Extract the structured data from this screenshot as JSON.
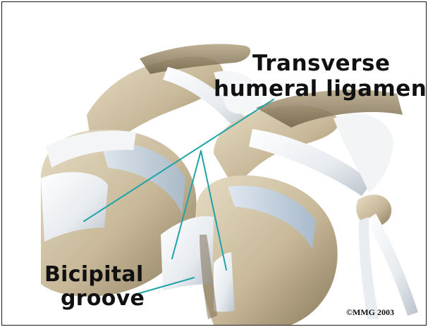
{
  "labels": {
    "transverse_line1": "Transverse",
    "transverse_line2": "humeral ligament",
    "bicipital_line1": "Bicipital",
    "bicipital_line2": "groove"
  },
  "copyright": "©MMG 2003",
  "colors": {
    "leader_line": "#1ea3a8",
    "bone": "#cfc2a3",
    "bone_shadow": "#8f8063",
    "ligament": "#eef1f4",
    "cartilage": "#c9d7e6"
  }
}
